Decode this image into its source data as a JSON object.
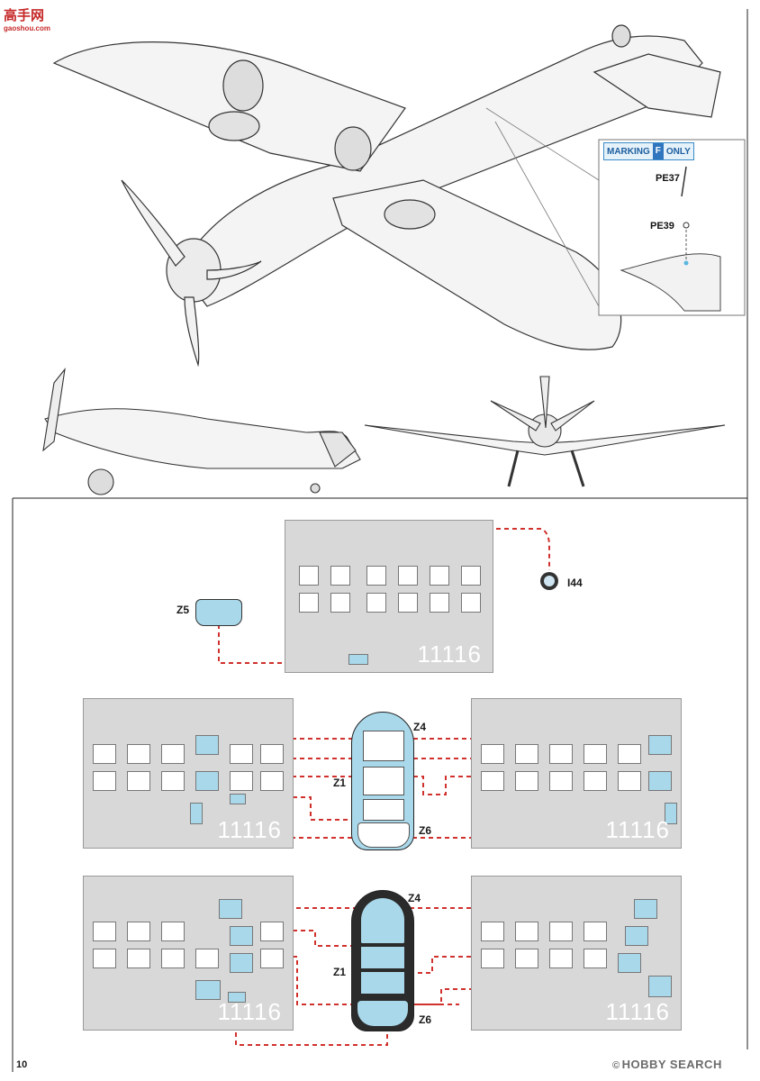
{
  "site_logo": {
    "text": "高手网",
    "sub": "gaoshou.com"
  },
  "marking_callout": {
    "prefix": "MARKING",
    "letter": "F",
    "suffix": "ONLY"
  },
  "parts": {
    "pe37": "PE37",
    "pe39": "PE39",
    "i44": "I44"
  },
  "masks": {
    "z5": "Z5",
    "z4": "Z4",
    "z1": "Z1",
    "z6": "Z6",
    "sheet_number": "11116"
  },
  "page_number": "10",
  "watermark": {
    "c_symbol": "©",
    "text": "HOBBY SEARCH"
  },
  "colors": {
    "mask_blue": "#a9d8ea",
    "dash_red": "#d0312d",
    "sheet_gray": "#d8d8d8",
    "callout_blue": "#2f76bf"
  }
}
